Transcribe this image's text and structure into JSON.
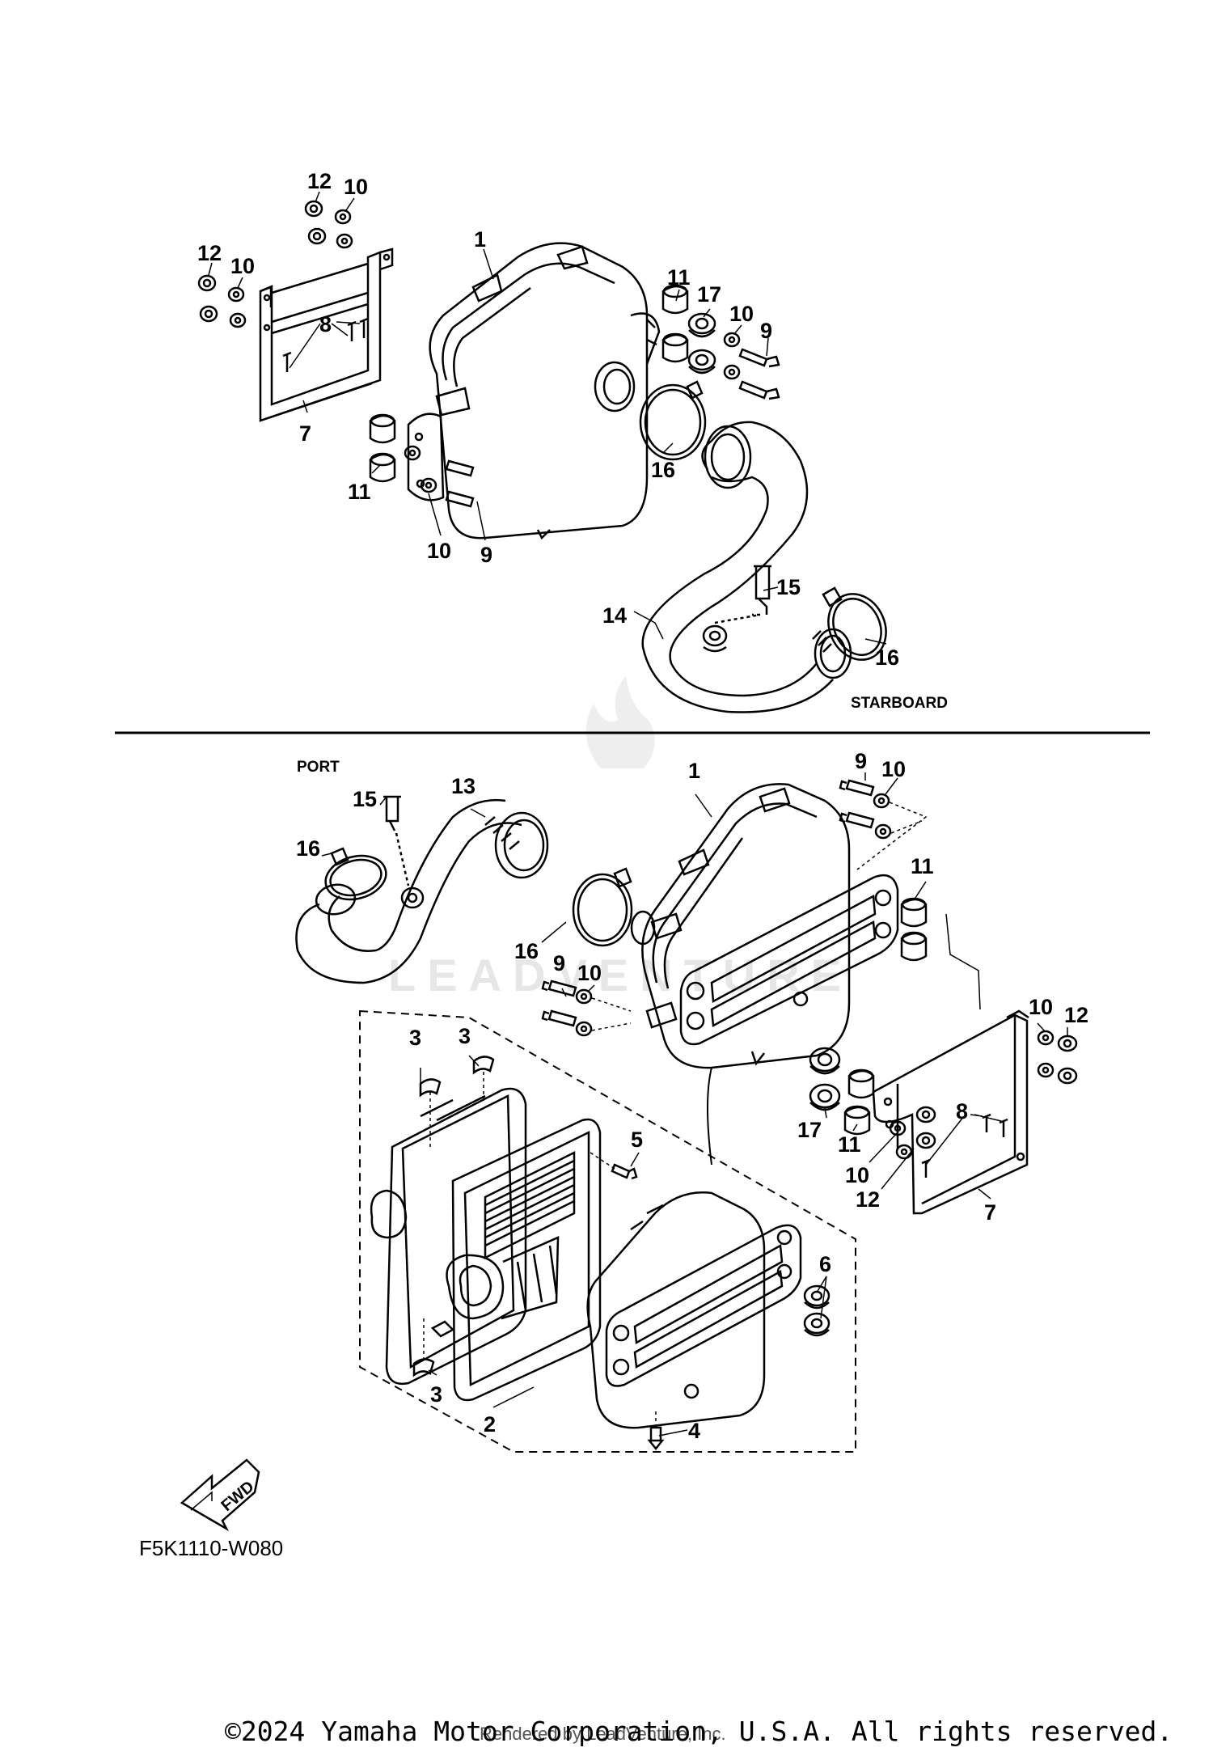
{
  "diagram": {
    "sections": {
      "starboard": "STARBOARD",
      "port": "PORT"
    },
    "figure_code": "F5K1110-W080",
    "fwd_label": "FWD",
    "watermark": "LEADVENTURE",
    "copyright": "©2024 Yamaha Motor Corporation, U.S.A. All rights reserved.",
    "rendered_by": "Rendered by LeadVenture, Inc.",
    "callouts_starboard": [
      "12",
      "10",
      "12",
      "10",
      "8",
      "7",
      "1",
      "11",
      "17",
      "10",
      "9",
      "16",
      "11",
      "10",
      "9",
      "14",
      "15",
      "16"
    ],
    "callouts_port": [
      "15",
      "13",
      "1",
      "9",
      "10",
      "16",
      "11",
      "16",
      "9",
      "10",
      "3",
      "3",
      "5",
      "10",
      "12",
      "8",
      "17",
      "11",
      "10",
      "12",
      "7",
      "6",
      "3",
      "2",
      "4"
    ]
  }
}
